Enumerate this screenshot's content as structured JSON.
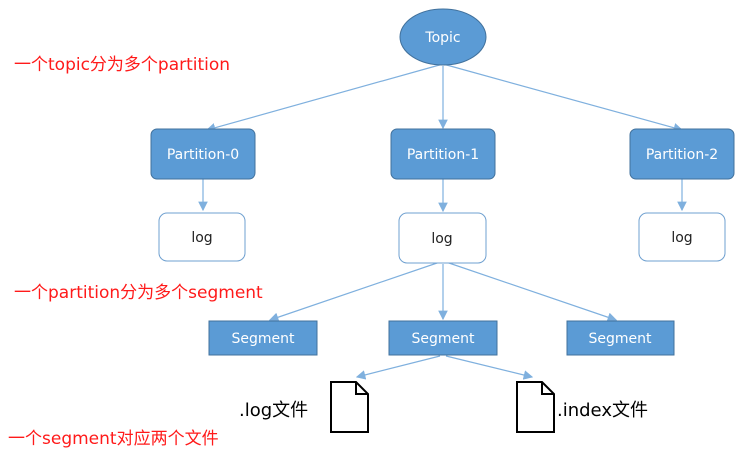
{
  "topic": {
    "label": "Topic"
  },
  "partitions": [
    {
      "label": "Partition-0",
      "log": "log"
    },
    {
      "label": "Partition-1",
      "log": "log"
    },
    {
      "label": "Partition-2",
      "log": "log"
    }
  ],
  "segments": [
    {
      "label": "Segment"
    },
    {
      "label": "Segment"
    },
    {
      "label": "Segment"
    }
  ],
  "files": [
    {
      "label": ".log文件",
      "icon": "file-icon"
    },
    {
      "label": ".index文件",
      "icon": "file-icon"
    }
  ],
  "captions": {
    "topic_split": "一个topic分为多个partition",
    "partition_split": "一个partition分为多个segment",
    "segment_files": "一个segment对应两个文件"
  },
  "colors": {
    "node_fill": "#5b9bd5",
    "node_stroke": "#41719c",
    "log_stroke": "#6fa0d0",
    "arrow": "#7fb0de",
    "caption": "#ff1a1a"
  }
}
